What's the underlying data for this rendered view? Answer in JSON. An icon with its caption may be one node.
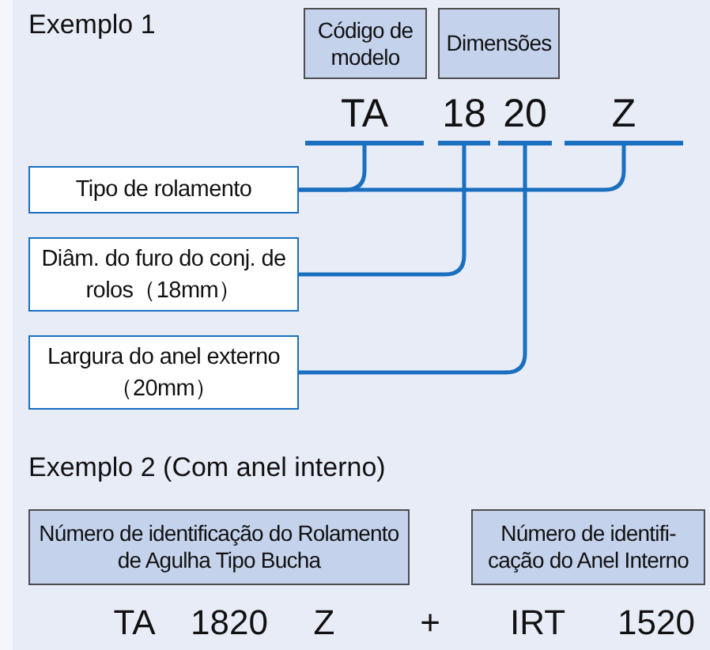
{
  "diagram": {
    "nodes": [
      {
        "text": [
          "Código de modelo"
        ]
      },
      {
        "text": [
          "Dimensões"
        ]
      },
      {
        "text": [
          "TA"
        ]
      },
      {
        "text": [
          "18"
        ]
      },
      {
        "text": [
          "20"
        ]
      },
      {
        "text": [
          "Z"
        ]
      },
      {
        "text": [
          "Tipo de rolamento"
        ]
      },
      {
        "text": [
          "Diâm. do furo do conj. de rolos（18mm）"
        ]
      },
      {
        "text": [
          "Largura do anel externo（20mm）"
        ]
      },
      {
        "text": [
          "Número de identificação do Rolamento de Agulha Tipo Bucha"
        ]
      },
      {
        "text": [
          "Número de identifi- cação do Anel Interno"
        ]
      }
    ],
    "edges": [
      {
        "from": 2,
        "to": 6,
        "arrow": "none"
      },
      {
        "from": 5,
        "to": 6,
        "arrow": "none"
      },
      {
        "from": 3,
        "to": 7,
        "arrow": "none"
      },
      {
        "from": 4,
        "to": 8,
        "arrow": "none"
      }
    ],
    "labels": [
      "Exemplo 1",
      "Exemplo 2 (Com anel interno)",
      "TA",
      "1820",
      "Z",
      "+",
      "IRT",
      "1520"
    ]
  }
}
